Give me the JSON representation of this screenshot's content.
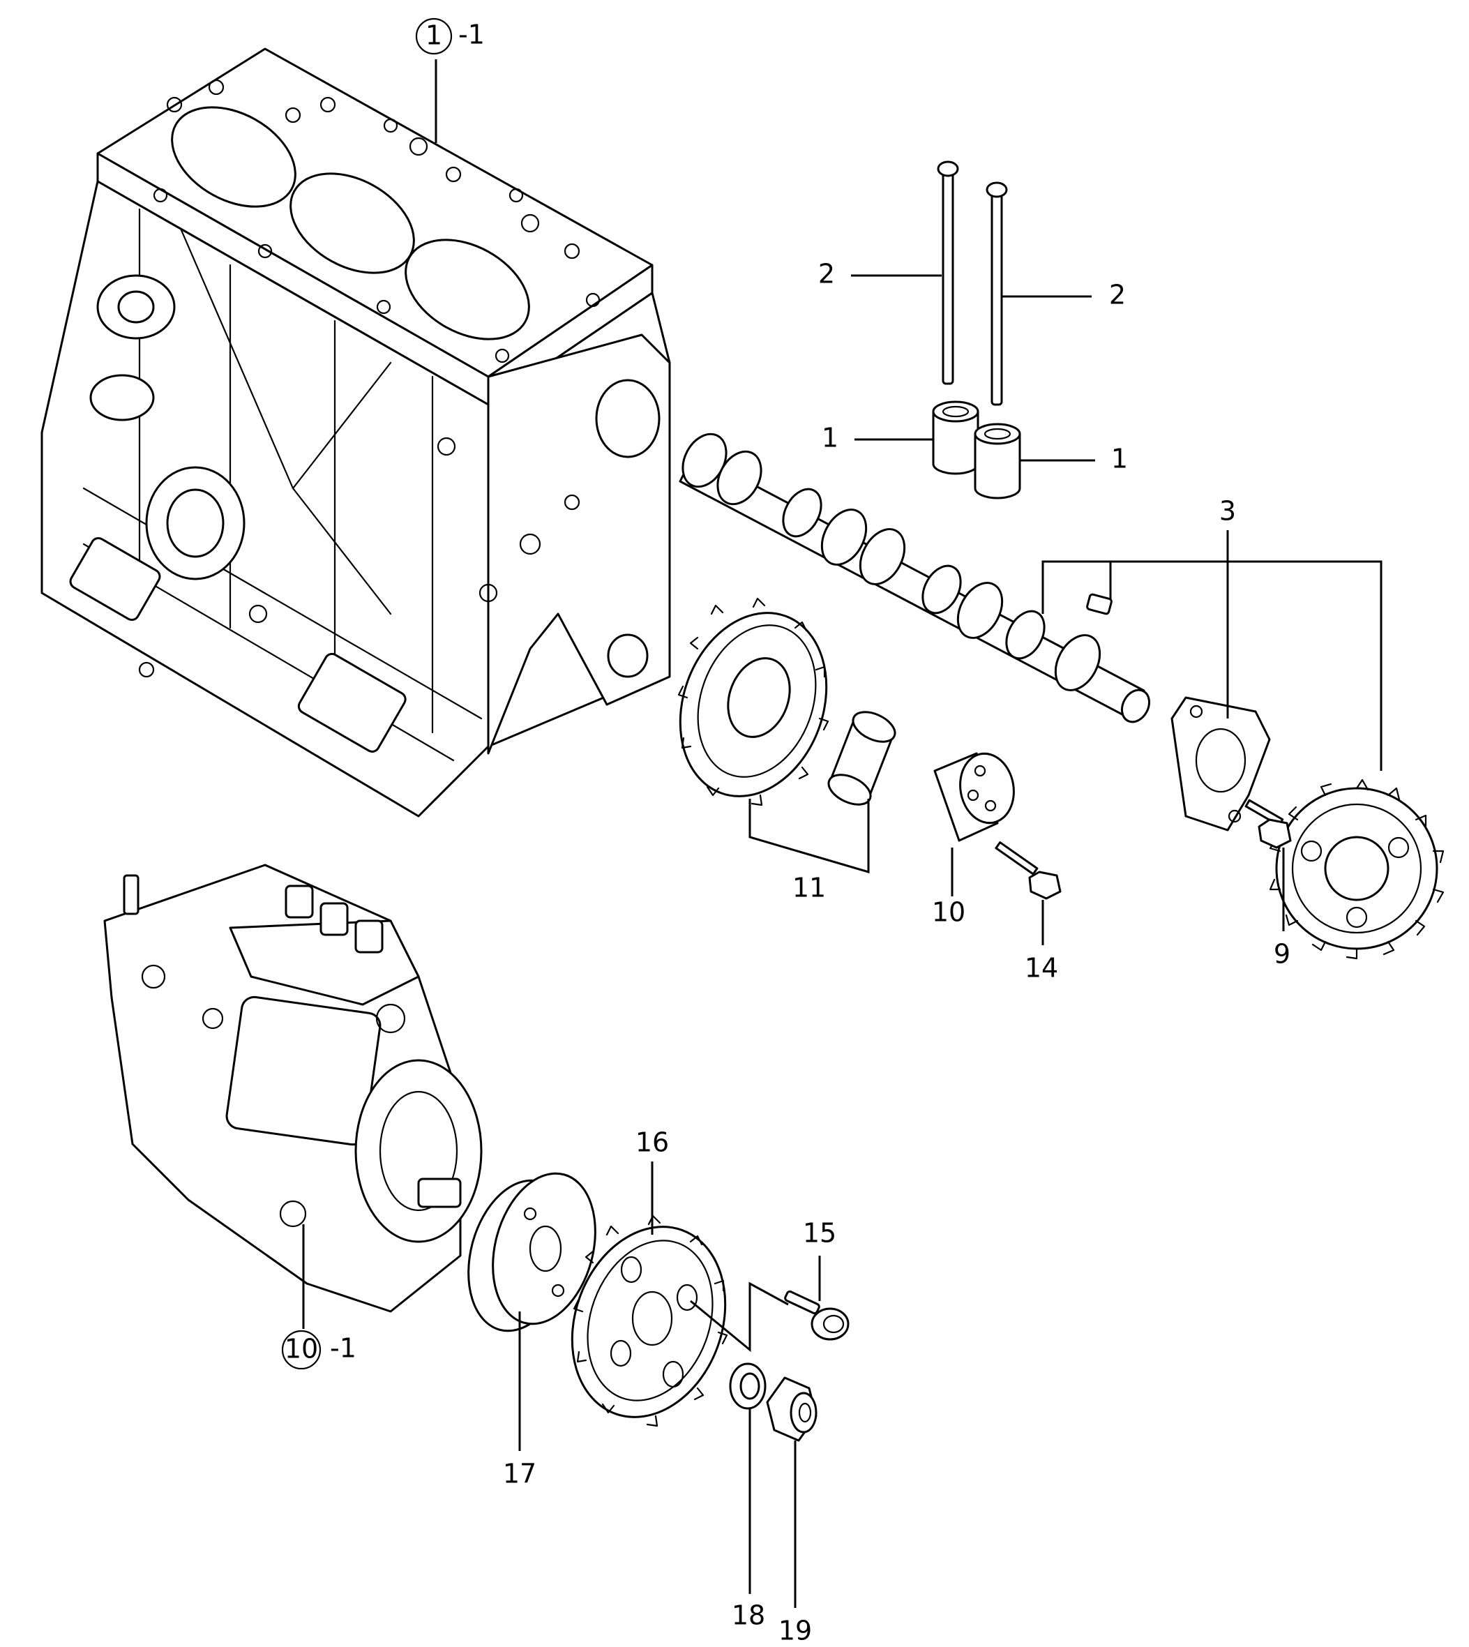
{
  "callouts": {
    "block": "-1",
    "block_circle": "1",
    "pump": "-1",
    "pump_circle": "10",
    "tappet_left": "1",
    "tappet_right": "1",
    "pushrod_left": "2",
    "pushrod_right": "2",
    "camshaft": "3",
    "cam_bolt": "9",
    "idler_shaft": "10",
    "idler_gear": "11",
    "idler_bolt": "14",
    "pump_nut_bolt": "15",
    "pump_gear": "16",
    "pump_hub": "17",
    "washer": "18",
    "nut": "19"
  },
  "icons": [
    "cylinder-block",
    "fuel-injection-pump",
    "camshaft",
    "gear",
    "bolt",
    "tappet",
    "push-rod",
    "washer",
    "nut"
  ]
}
